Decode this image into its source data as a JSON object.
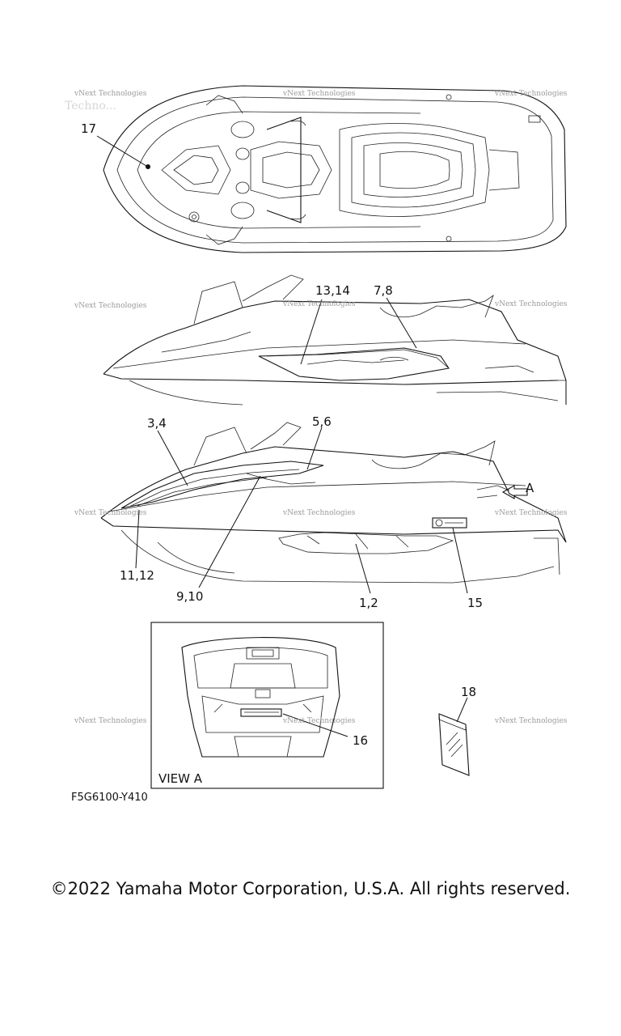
{
  "watermark": "vNext Technologies",
  "view_label": "VIEW A",
  "diagram_code": "F5G6100-Y410",
  "copyright": "©2022 Yamaha Motor Corporation, U.S.A. All rights reserved.",
  "arrow_label": "A",
  "callouts": {
    "c17": "17",
    "c13_14": "13,14",
    "c7_8": "7,8",
    "c3_4": "3,4",
    "c5_6": "5,6",
    "c11_12": "11,12",
    "c9_10": "9,10",
    "c1_2": "1,2",
    "c15": "15",
    "c16": "16",
    "c18": "18"
  }
}
